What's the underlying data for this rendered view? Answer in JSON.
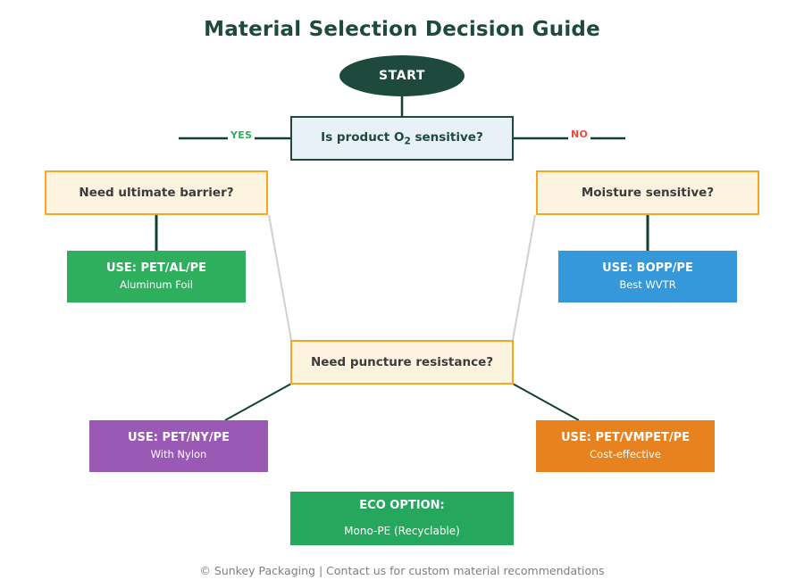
{
  "header": {
    "title": "Material Selection Decision Guide"
  },
  "footer": {
    "text": "© Sunkey Packaging | Contact us for custom material recommendations"
  },
  "flowchart": {
    "start": {
      "label": "START"
    },
    "decisions": [
      {
        "id": "o2",
        "label_prefix": "Is product O",
        "label_sub": "2",
        "label_suffix": " sensitive?"
      },
      {
        "id": "barrier",
        "label": "Need ultimate barrier?"
      },
      {
        "id": "moisture",
        "label": "Moisture sensitive?"
      },
      {
        "id": "puncture",
        "label": "Need puncture resistance?"
      }
    ],
    "edge_labels": {
      "yes": "YES",
      "no": "NO"
    },
    "results": [
      {
        "id": "foil",
        "title": "USE: PET/AL/PE",
        "subtitle": "Aluminum Foil",
        "color": "#2eaf5d"
      },
      {
        "id": "bopp",
        "title": "USE: BOPP/PE",
        "subtitle": "Best WVTR",
        "color": "#3498db"
      },
      {
        "id": "nylon",
        "title": "USE: PET/NY/PE",
        "subtitle": "With Nylon",
        "color": "#9b59b6"
      },
      {
        "id": "vmpet",
        "title": "USE: PET/VMPET/PE",
        "subtitle": "Cost-effective",
        "color": "#e8821e"
      },
      {
        "id": "eco",
        "title": "ECO OPTION:",
        "subtitle": "Mono-PE (Recyclable)",
        "color": "#25a85e"
      }
    ]
  },
  "colors": {
    "title_green": "#1d4a3c",
    "decision_fill": "#e8f1f7",
    "decision_border": "#1d4a3c",
    "sub_decision_fill": "#fdf4e0",
    "sub_decision_border": "#f5a623",
    "yes_green": "#2eaf5d",
    "no_red": "#e74c3c",
    "connector_dark": "#12402f",
    "connector_light": "#d0d0d0",
    "footer_gray": "#7f7f7f"
  }
}
